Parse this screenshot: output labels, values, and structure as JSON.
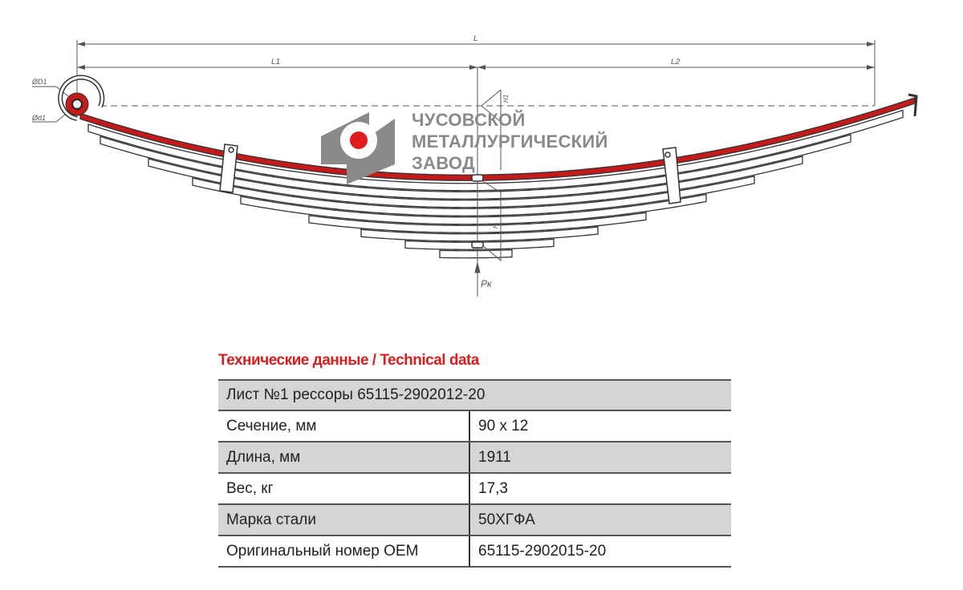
{
  "drawing": {
    "dim_total": "L",
    "dim_left": "L1",
    "dim_right": "L2",
    "eye_outer": "ØD1",
    "eye_inner": "Ød1",
    "height_upper": "H1",
    "height_lower": "H",
    "load": "Pк",
    "colors": {
      "main_leaf": "#c41a1a",
      "logo_gray": "#8a8a8a",
      "logo_red": "#e01b1b"
    }
  },
  "logo": {
    "lines": [
      "ЧУСОВСКОЙ",
      "МЕТАЛЛУРГИЧЕСКИЙ",
      "ЗАВОД"
    ]
  },
  "spec": {
    "title": "Технические данные / Technical data",
    "header": "Лист №1 рессоры 65115-2902012-20",
    "rows": [
      {
        "label": "Сечение, мм",
        "value": "90 x 12"
      },
      {
        "label": "Длина, мм",
        "value": "1911"
      },
      {
        "label": "Вес, кг",
        "value": "17,3"
      },
      {
        "label": "Марка стали",
        "value": "50ХГФА"
      },
      {
        "label": "Оригинальный номер OEM",
        "value": "65115-2902015-20"
      }
    ]
  }
}
